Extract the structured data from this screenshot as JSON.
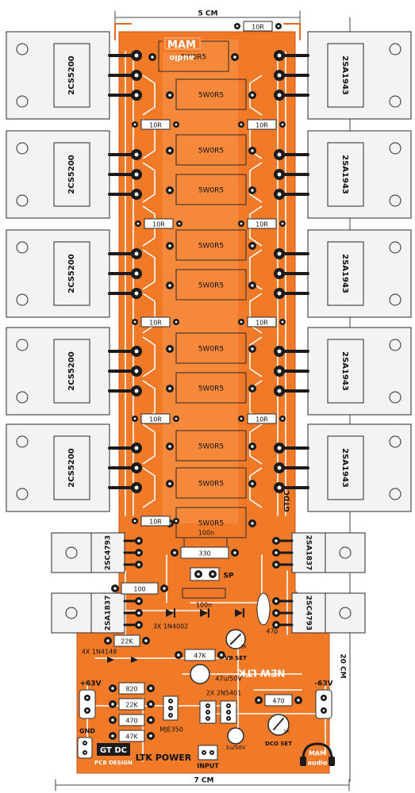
{
  "colors": {
    "board": "#f07a28",
    "trace": "#ffffff",
    "pad": "#1b1b1b",
    "component": "#f3f3f3",
    "outline": "#2a2a2a",
    "dim": "#444444"
  },
  "dimensions": {
    "top": "5 CM",
    "bottom": "7 CM",
    "right": "20 CM"
  },
  "brand": {
    "top_logo_line1": "MAM",
    "top_logo_line2": "audio",
    "bottom_logo_line1": "MAM",
    "bottom_logo_line2": "audio",
    "gtdc": "GTDC",
    "gtdc_badge": "GT DC",
    "pcb_design": "PCB DESIGN",
    "title": "LTK POWER",
    "new_ltk": "NEW LTK"
  },
  "transistors_left": [
    "2CS5200",
    "2CS5200",
    "2CS5200",
    "2CS5200",
    "2CS5200"
  ],
  "transistors_right": [
    "2SA1943",
    "2SA1943",
    "2SA1943",
    "2SA1943",
    "2SA1943"
  ],
  "resistors_5w": [
    "5W0R5",
    "5W0R5",
    "5W0R5",
    "5W0R5",
    "5W0R5",
    "5W0R5",
    "5W0R5",
    "5W0R5",
    "5W0R5",
    "5W0R5",
    "5W0R5"
  ],
  "resistors_10r": [
    "10R",
    "10R",
    "10R",
    "10R",
    "10R",
    "10R",
    "10R",
    "10R",
    "10R",
    "10R"
  ],
  "drivers": {
    "left_top": "2SC4793",
    "right_top": "2SA1837",
    "left_bottom": "2SA1837",
    "right_bottom": "2SC4793"
  },
  "small_parts": {
    "c100n_top": "100n",
    "r330": "330",
    "sp": "SP",
    "r100": "100",
    "c100n_mid": "100n",
    "diodes_1n4002": "3X 1N4002",
    "c47p": "47p",
    "r22k_top": "22K",
    "diodes_1n4148": "4X 1N4148",
    "r47k_mid": "47K",
    "vb_set": "VB SET",
    "pot_1k_vb": "1K",
    "cap_47u": "47u/50V",
    "r820": "820",
    "pos_supply": "+63V",
    "neg_supply": "-63V",
    "r22k_bottom": "22K",
    "trans_2n5401": "2X 2N5401",
    "r470_right": "470",
    "r470_left": "470",
    "mje350": "MJE350",
    "r47k_bottom": "47K",
    "dco_set": "DCO SET",
    "pot_1k_dco": "1K",
    "gnd": "GND",
    "cap_1u": "1u/50V",
    "input": "INPUT"
  }
}
